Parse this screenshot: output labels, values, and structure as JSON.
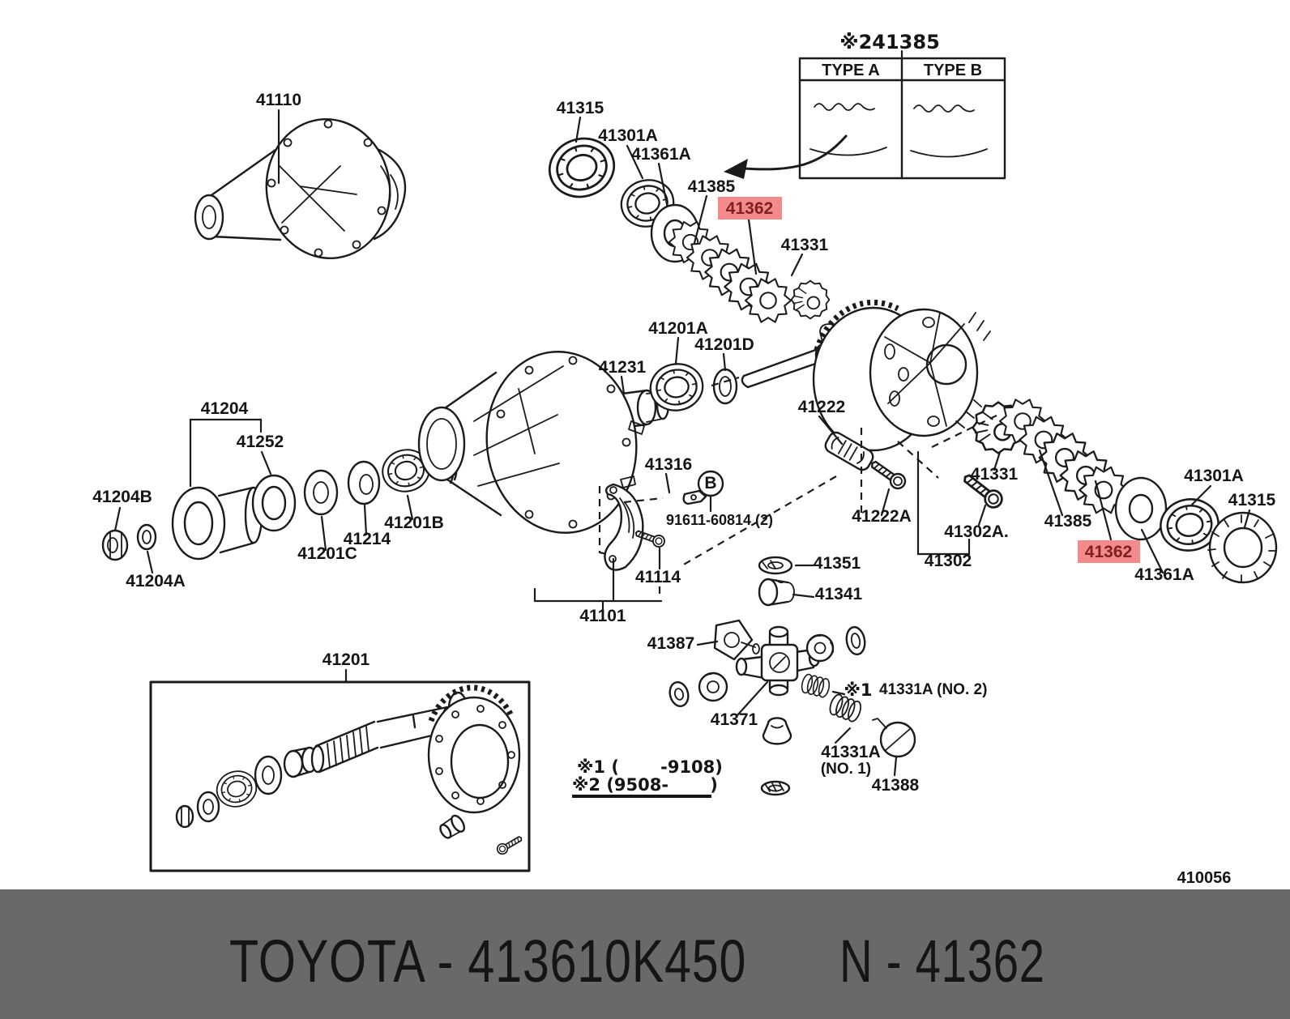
{
  "variant_table": {
    "title": "※241385",
    "col_a": "TYPE A",
    "col_b": "TYPE B"
  },
  "highlight": {
    "part": "41362",
    "bg": "#f58a8c",
    "fg": "#7c2022"
  },
  "labels": {
    "l41110": "41110",
    "l41315_top": "41315",
    "l41301a_top": "41301A",
    "l41361a_top": "41361A",
    "l41385_top": "41385",
    "l41362_top": "41362",
    "l41331_top": "41331",
    "l41201a": "41201A",
    "l41201d": "41201D",
    "l41231": "41231",
    "l41222": "41222",
    "l41204": "41204",
    "l41252": "41252",
    "l41204b": "41204B",
    "l41204a": "41204A",
    "l41201c": "41201C",
    "l41214": "41214",
    "l41201b": "41201B",
    "l41316": "41316",
    "badge_b": "B",
    "l91611": "91611-60814 (2)",
    "l41114": "41114",
    "l41101": "41101",
    "l41222a": "41222A",
    "l41302a": "41302A.",
    "l41302": "41302",
    "l41331_mid": "41331",
    "l41351": "41351",
    "l41341": "41341",
    "l41387": "41387",
    "l41371": "41371",
    "star1": "※1",
    "l41331a_no2": "41331A (NO. 2)",
    "l41331a_no1_line1": "41331A",
    "l41331a_no1_line2": "(NO. 1)",
    "l41388": "41388",
    "l41201": "41201",
    "l41385_r": "41385",
    "l41362_r": "41362",
    "l41361a_r": "41361A",
    "l41301a_r": "41301A",
    "l41315_r": "41315"
  },
  "notes": {
    "line1": "※1 (       -9108)",
    "line2": "※2 (9508-       )"
  },
  "diagram_code": "410056",
  "footer": {
    "left_text": "TOYOTA - 413610K450",
    "right_text": "N - 41362",
    "bar_color": "#696969",
    "text_color": "#fbfbfb"
  }
}
